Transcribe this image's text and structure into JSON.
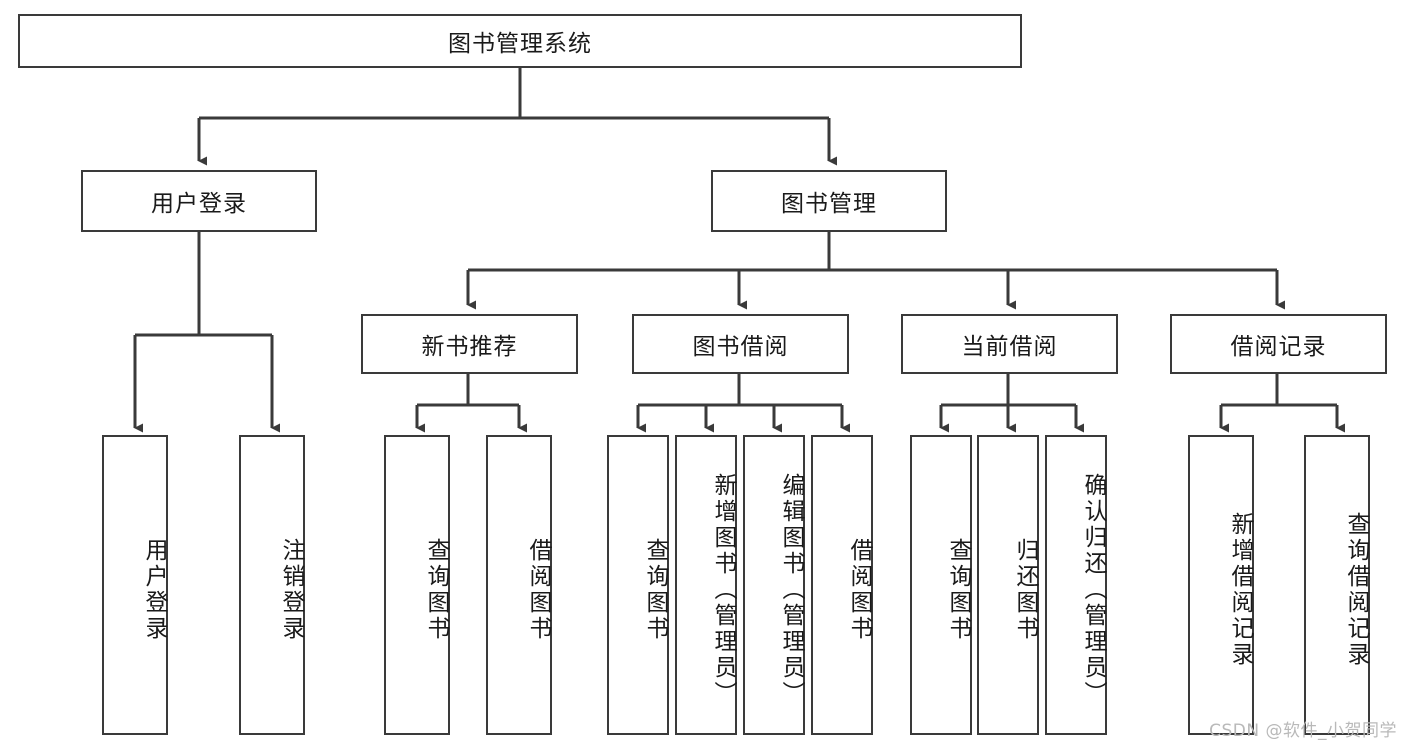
{
  "diagram": {
    "title": "图书管理系统",
    "type": "tree",
    "watermark": "CSDN @软件_小贺同学",
    "stroke_color": "#3a3a3a",
    "background_color": "#ffffff",
    "text_color": "#1a1a1a",
    "nodes": {
      "root": {
        "label": "图书管理系统",
        "orientation": "horizontal"
      },
      "l2": [
        {
          "id": "user-login",
          "label": "用户登录",
          "orientation": "horizontal"
        },
        {
          "id": "book-manage",
          "label": "图书管理",
          "orientation": "horizontal"
        }
      ],
      "l3": [
        {
          "id": "new-book-recommend",
          "label": "新书推荐",
          "orientation": "horizontal"
        },
        {
          "id": "book-borrow",
          "label": "图书借阅",
          "orientation": "horizontal"
        },
        {
          "id": "current-borrow",
          "label": "当前借阅",
          "orientation": "horizontal"
        },
        {
          "id": "borrow-record",
          "label": "借阅记录",
          "orientation": "horizontal"
        }
      ],
      "leaves": {
        "user-login": [
          {
            "id": "leaf-user-login",
            "label": "用户登录",
            "orientation": "vertical"
          },
          {
            "id": "leaf-logout",
            "label": "注销登录",
            "orientation": "vertical"
          }
        ],
        "new-book-recommend": [
          {
            "id": "leaf-query-book-1",
            "label": "查询图书",
            "orientation": "vertical"
          },
          {
            "id": "leaf-borrow-book-1",
            "label": "借阅图书",
            "orientation": "vertical"
          }
        ],
        "book-borrow": [
          {
            "id": "leaf-query-book-2",
            "label": "查询图书",
            "orientation": "vertical"
          },
          {
            "id": "leaf-add-book",
            "label": "新增图书（管理员）",
            "orientation": "vertical"
          },
          {
            "id": "leaf-edit-book",
            "label": "编辑图书（管理员）",
            "orientation": "vertical"
          },
          {
            "id": "leaf-borrow-book-2",
            "label": "借阅图书",
            "orientation": "vertical"
          }
        ],
        "current-borrow": [
          {
            "id": "leaf-query-book-3",
            "label": "查询图书",
            "orientation": "vertical"
          },
          {
            "id": "leaf-return-book",
            "label": "归还图书",
            "orientation": "vertical"
          },
          {
            "id": "leaf-confirm-return",
            "label": "确认归还（管理员）",
            "orientation": "vertical"
          }
        ],
        "borrow-record": [
          {
            "id": "leaf-add-record",
            "label": "新增借阅记录",
            "orientation": "vertical"
          },
          {
            "id": "leaf-query-record",
            "label": "查询借阅记录",
            "orientation": "vertical"
          }
        ]
      }
    }
  }
}
